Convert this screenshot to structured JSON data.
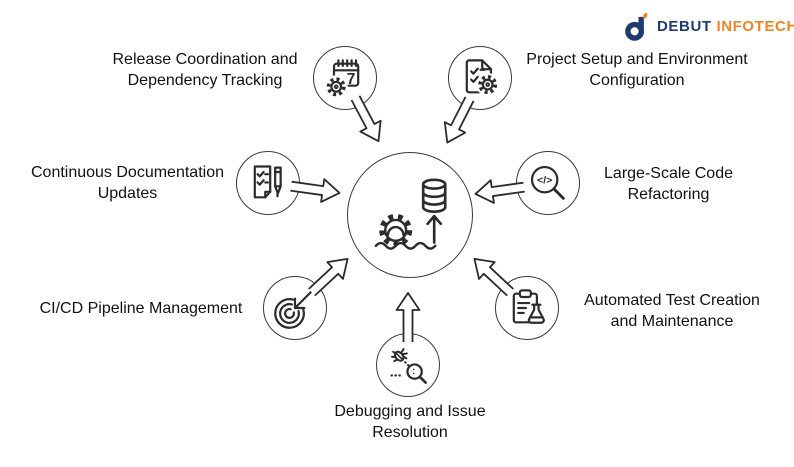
{
  "logo": {
    "brand_primary": "DEBUT",
    "brand_secondary": "INFOTECH",
    "colors": {
      "navy": "#1F3B70",
      "orange": "#F58220"
    }
  },
  "diagram": {
    "outline_color": "#2b2b2b",
    "background_color": "#ffffff",
    "center": {
      "icon": "database-gear-deployment-icon"
    },
    "nodes": [
      {
        "id": "release",
        "icon": "calendar-gear-icon",
        "label_line1": "Release Coordination and",
        "label_line2": "Dependency Tracking"
      },
      {
        "id": "setup",
        "icon": "checklist-gear-icon",
        "label_line1": "Project Setup and Environment",
        "label_line2": "Configuration"
      },
      {
        "id": "docs",
        "icon": "document-pen-icon",
        "label_line1": "Continuous Documentation",
        "label_line2": "Updates"
      },
      {
        "id": "refactoring",
        "icon": "code-magnifier-icon",
        "label_line1": "Large-Scale Code",
        "label_line2": "Refactoring"
      },
      {
        "id": "cicd",
        "icon": "target-arrow-icon",
        "label_line1": "CI/CD Pipeline Management",
        "label_line2": ""
      },
      {
        "id": "testing",
        "icon": "clipboard-flask-icon",
        "label_line1": "Automated Test Creation",
        "label_line2": "and Maintenance"
      },
      {
        "id": "debugging",
        "icon": "bug-magnifier-icon",
        "label_line1": "Debugging and Issue",
        "label_line2": "Resolution"
      }
    ]
  }
}
